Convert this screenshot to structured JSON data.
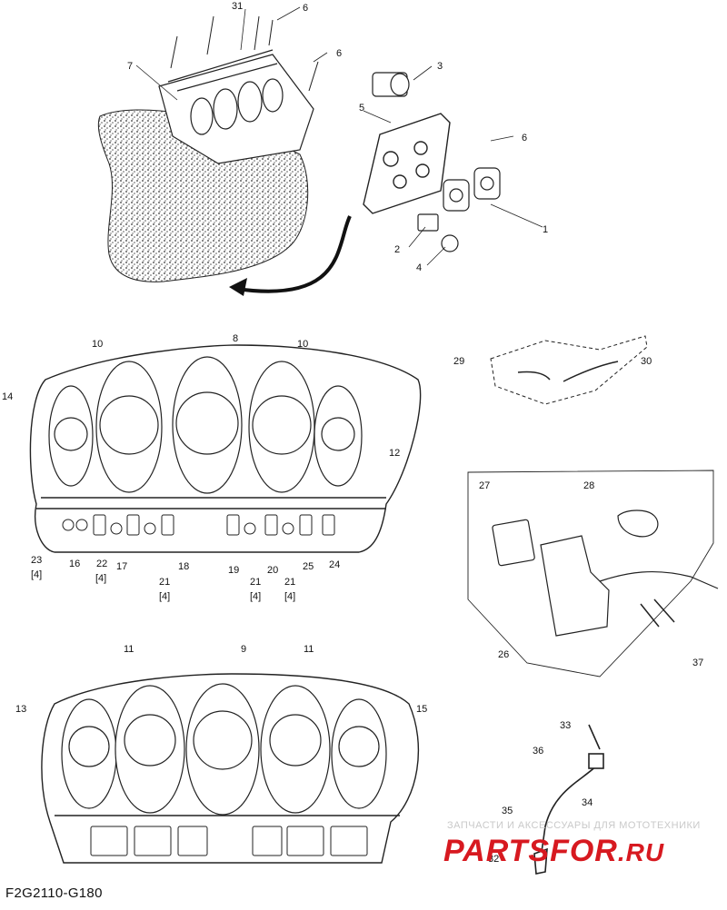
{
  "diagram": {
    "figure_code": "F2G2110-G180",
    "callouts": [
      "1",
      "2",
      "3",
      "4",
      "5",
      "6",
      "6",
      "6",
      "7",
      "8",
      "9",
      "10",
      "10",
      "11",
      "11",
      "11",
      "12",
      "13",
      "14",
      "15",
      "16",
      "17",
      "18",
      "19",
      "20",
      "21",
      "21",
      "21",
      "22",
      "23",
      "24",
      "25",
      "26",
      "27",
      "28",
      "29",
      "30",
      "31",
      "32",
      "33",
      "34",
      "35",
      "36",
      "37"
    ],
    "qty_notes": [
      "[4]",
      "[4]",
      "[4]",
      "[4]",
      "[4]"
    ]
  },
  "watermark": {
    "caption": "ЗАПЧАСТИ И АКСЕССУАРЫ ДЛЯ МОТОТЕХНИКИ",
    "brand_main": "PARTSFOR",
    "brand_domain": ".RU",
    "color": "#d71920"
  }
}
